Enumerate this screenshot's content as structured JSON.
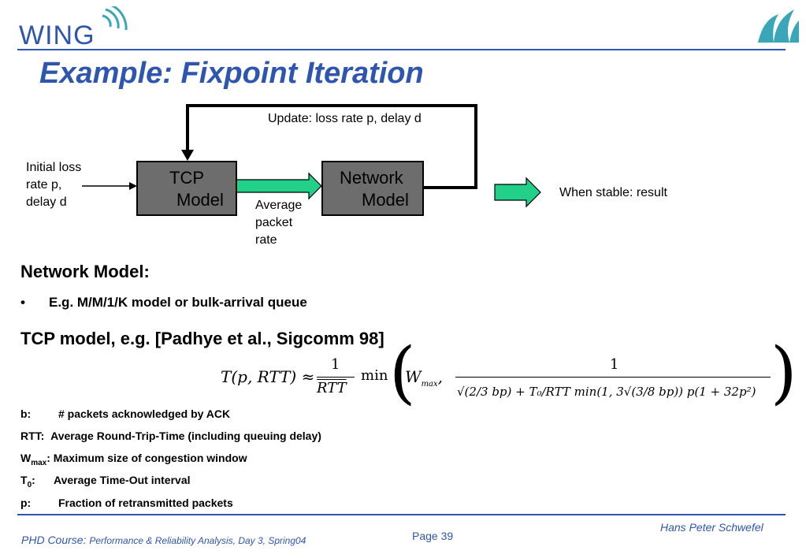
{
  "logo": {
    "text": "WING"
  },
  "title": "Example: Fixpoint Iteration",
  "diagram": {
    "update_label": "Update: loss rate p,  delay d",
    "initial_label": [
      "Initial loss",
      "rate p,",
      "delay d"
    ],
    "tcp_box": [
      "TCP",
      "Model"
    ],
    "network_box": [
      "Network",
      "Model"
    ],
    "rate_label": [
      "Average",
      "packet",
      "rate"
    ],
    "result_label": "When stable: result"
  },
  "sections": {
    "network_heading": "Network Model:",
    "network_bullet": "E.g. M/M/1/K model or bulk-arrival queue",
    "tcp_heading": "TCP model, e.g. [Padhye et al., Sigcomm 98]"
  },
  "formula": {
    "lhs": "T(p, RTT) ≈",
    "frac_num": "1",
    "frac_den": "RTT",
    "min": "min",
    "wmax": "W",
    "wmax_sub": "max",
    "comma": ",",
    "inner_num": "1",
    "inner_den": "√(2/3 bp) + T₀/RTT  min(1, 3√(3/8 bp)) p(1 + 32p²)"
  },
  "legend": [
    {
      "sym": "b:",
      "sub": "",
      "tail": "",
      "text": "# packets acknowledged by ACK"
    },
    {
      "sym": "RTT:",
      "sub": "",
      "tail": "",
      "text": "Average Round-Trip-Time (including queuing delay)"
    },
    {
      "sym": "W",
      "sub": "max",
      "tail": ":",
      "text": "Maximum size of congestion window"
    },
    {
      "sym": "T",
      "sub": "0",
      "tail": ":",
      "text": "Average Time-Out interval"
    },
    {
      "sym": "p:",
      "sub": "",
      "tail": "",
      "text": "Fraction of retransmitted packets"
    }
  ],
  "footer": {
    "author": "Hans Peter Schwefel",
    "page": "Page 39",
    "course_prefix": "PHD Course:",
    "course_detail": "Performance & Reliability Analysis, Day 3, Spring04"
  },
  "colors": {
    "accent": "#2e56b0",
    "box_fill": "#6d6d6d",
    "arrow_fill": "#22d08a",
    "logo_teal": "#3aa6b8"
  }
}
